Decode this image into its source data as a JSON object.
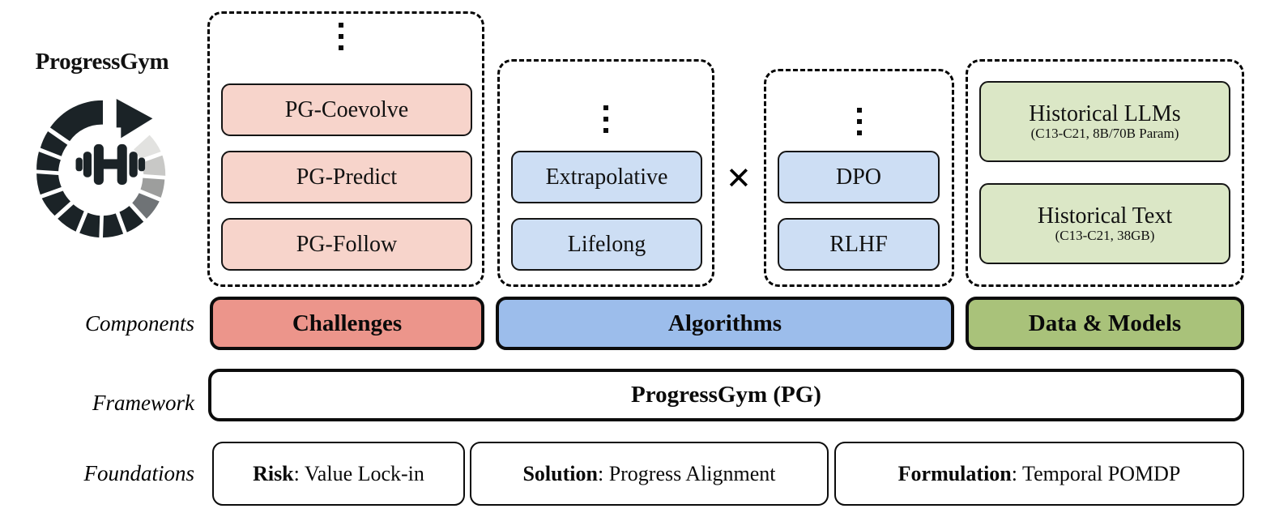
{
  "brand": {
    "title": "ProgressGym",
    "logo_icon": "progress-circular-arrow-dumbbell-icon"
  },
  "row_labels": {
    "components": "Components",
    "framework": "Framework",
    "foundations": "Foundations"
  },
  "colors": {
    "challenge_fill": "#f7d4cb",
    "algorithm_fill": "#cddef4",
    "data_fill": "#dbe7c6",
    "challenge_bar": "#ec958b",
    "algorithm_bar": "#9cbdeb",
    "data_bar": "#a9c27a",
    "outline": "#0c0c0c",
    "background": "#ffffff"
  },
  "groups": {
    "challenges": {
      "ellipsis": "vertical-ellipsis",
      "items": [
        {
          "title": "PG-Coevolve"
        },
        {
          "title": "PG-Predict"
        },
        {
          "title": "PG-Follow"
        }
      ]
    },
    "algorithm_paradigms": {
      "ellipsis": "vertical-ellipsis",
      "items": [
        {
          "title": "Extrapolative"
        },
        {
          "title": "Lifelong"
        }
      ]
    },
    "algorithm_methods": {
      "ellipsis": "vertical-ellipsis",
      "items": [
        {
          "title": "DPO"
        },
        {
          "title": "RLHF"
        }
      ]
    },
    "data_models": {
      "items": [
        {
          "title": "Historical LLMs",
          "subtitle": "(C13-C21, 8B/70B Param)"
        },
        {
          "title": "Historical Text",
          "subtitle": "(C13-C21, 38GB)"
        }
      ]
    }
  },
  "operator": {
    "cross": "✕"
  },
  "components": [
    {
      "label": "Challenges"
    },
    {
      "label": "Algorithms"
    },
    {
      "label": "Data & Models"
    }
  ],
  "framework": {
    "label": "ProgressGym (PG)"
  },
  "foundations": [
    {
      "key": "Risk",
      "sep": ": ",
      "value": "Value Lock-in"
    },
    {
      "key": "Solution",
      "sep": ": ",
      "value": "Progress Alignment"
    },
    {
      "key": "Formulation",
      "sep": ": ",
      "value": "Temporal POMDP"
    }
  ]
}
